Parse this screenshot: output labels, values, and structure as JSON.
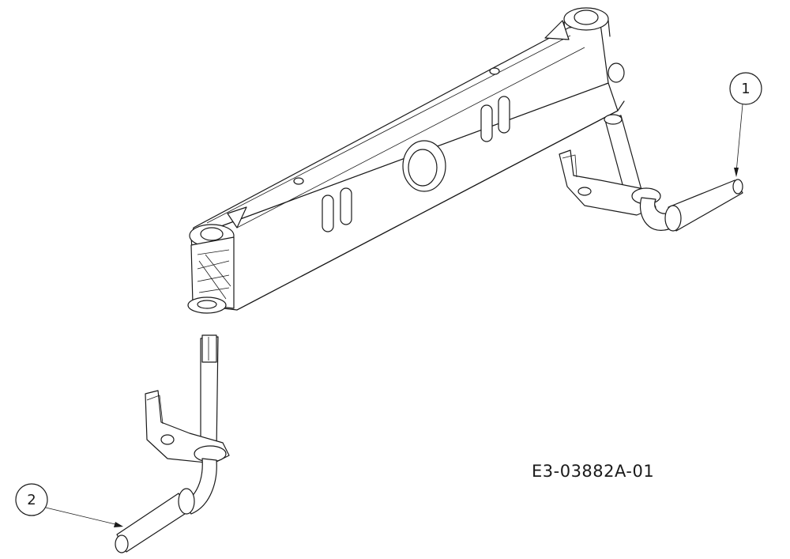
{
  "diagram": {
    "reference_code": "E3-03882A-01",
    "callouts": [
      {
        "label": "1",
        "part": "right-spindle"
      },
      {
        "label": "2",
        "part": "left-spindle"
      }
    ]
  }
}
